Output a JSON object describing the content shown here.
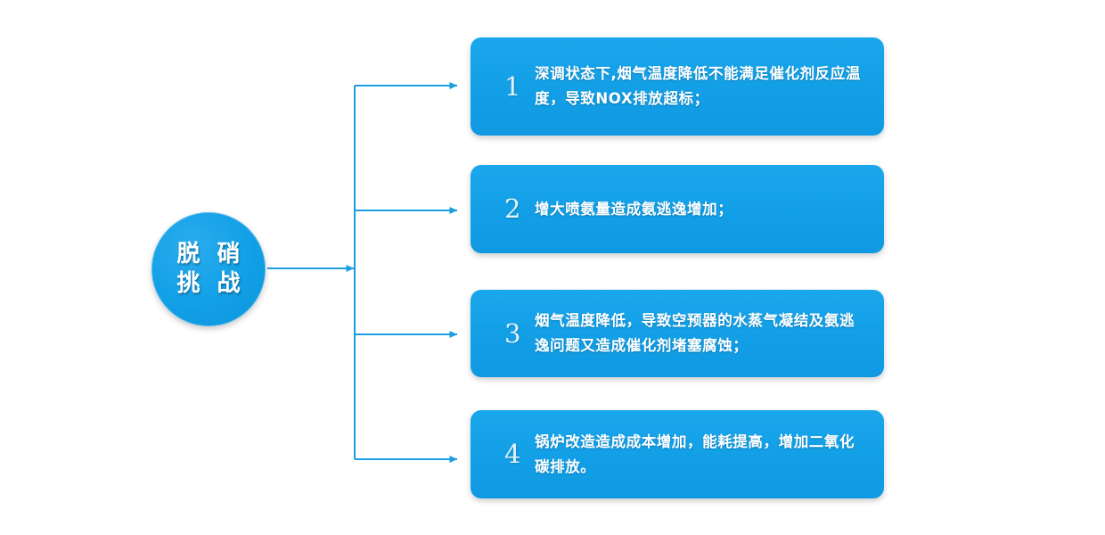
{
  "diagram": {
    "type": "fishbone-branch-list",
    "accent_color": "#13a0e7",
    "connector_color": "#1c9fe0",
    "background_color": "#ffffff",
    "hub": {
      "label_line1": "脱 硝",
      "label_line2": "挑 战",
      "shape": "circle",
      "text_color": "#ffffff"
    },
    "items": [
      {
        "number": "1",
        "text": "深调状态下,烟气温度降低不能满足催化剂反应温度，导致NOX排放超标；"
      },
      {
        "number": "2",
        "text": "增大喷氨量造成氨逃逸增加；"
      },
      {
        "number": "3",
        "text": "烟气温度降低，导致空预器的水蒸气凝结及氨逃逸问题又造成催化剂堵塞腐蚀；"
      },
      {
        "number": "4",
        "text": "锅炉改造造成成本增加，能耗提高，增加二氧化碳排放。"
      }
    ]
  }
}
